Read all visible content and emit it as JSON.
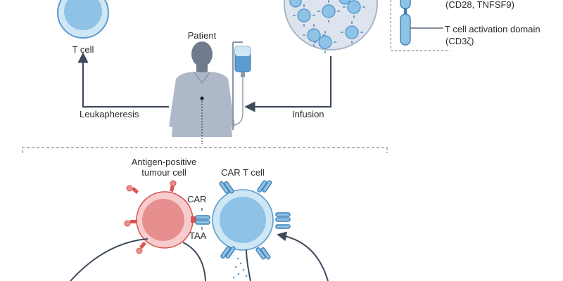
{
  "labels": {
    "t_cell": "T cell",
    "patient": "Patient",
    "leukapheresis": "Leukapheresis",
    "infusion": "Infusion",
    "costim": "(CD28, TNFSF9)",
    "activation_domain": "T cell activation domain",
    "activation_domain_sub": "(CD3ζ)",
    "antigen_positive_line1": "Antigen-positive",
    "antigen_positive_line2": "tumour cell",
    "car_t_cell": "CAR T cell",
    "car": "CAR",
    "taa": "TAA"
  },
  "colors": {
    "t_cell_fill": "#8fc3e6",
    "t_cell_ring": "#cfe6f5",
    "tumour_fill": "#e78f8f",
    "tumour_ring": "#f6cccc",
    "receptor_blue": "#5b9bd0",
    "antigen_red": "#d9534f",
    "patient_skin": "#6f7b8c",
    "patient_shirt": "#aeb8c8",
    "arrow": "#3c4a5c",
    "dish_fill": "#dde4ee"
  },
  "icons": {
    "t_cell": "t-cell-icon",
    "patient": "patient-icon",
    "iv_bag": "iv-bag-icon",
    "culture_dish": "culture-dish-icon",
    "tumour_cell": "tumour-cell-icon",
    "car_t_cell": "car-t-cell-icon"
  }
}
